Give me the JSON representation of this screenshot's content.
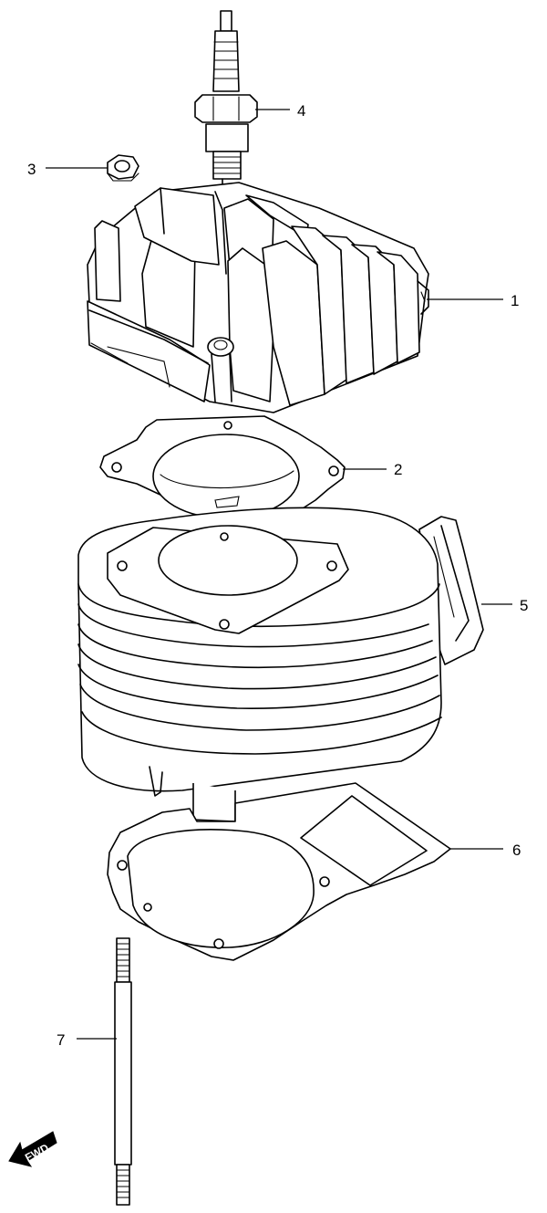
{
  "callouts": [
    {
      "id": "cylinder-head",
      "number": "1"
    },
    {
      "id": "head-gasket",
      "number": "2"
    },
    {
      "id": "nut",
      "number": "3"
    },
    {
      "id": "spark-plug",
      "number": "4"
    },
    {
      "id": "cylinder",
      "number": "5"
    },
    {
      "id": "base-gasket",
      "number": "6"
    },
    {
      "id": "stud-bolt",
      "number": "7"
    }
  ],
  "direction_indicator": {
    "label": "FWD",
    "icon": "arrow-forward-icon"
  },
  "colors": {
    "line": "#000000",
    "background": "#ffffff"
  }
}
